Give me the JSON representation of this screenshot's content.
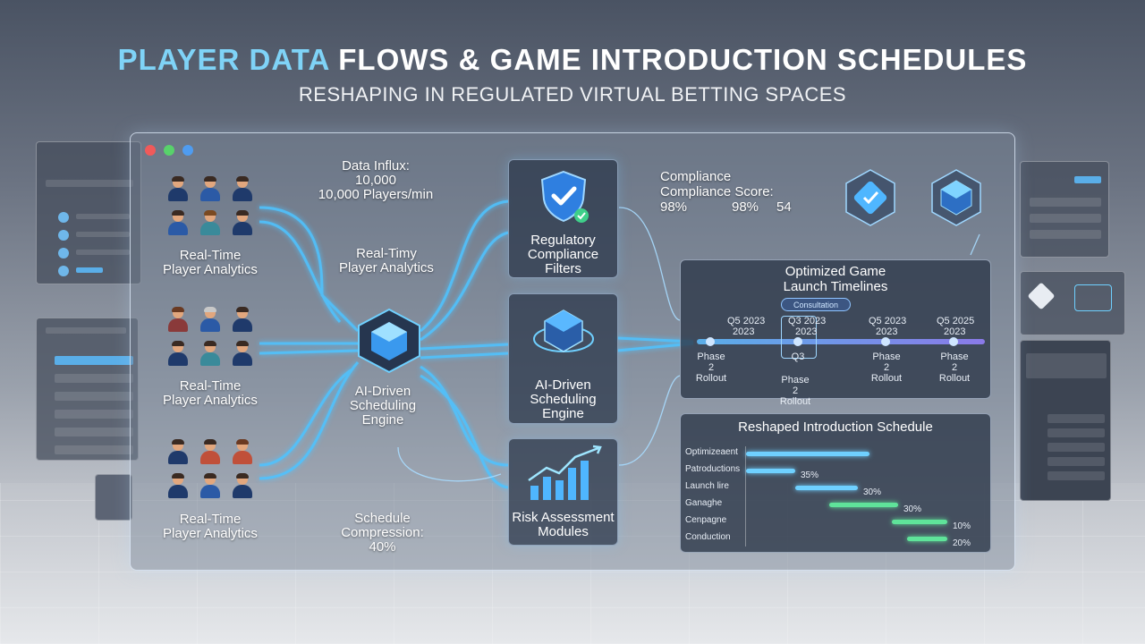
{
  "header": {
    "title_accent": "PLAYER DATA",
    "title_rest": "FLOWS & GAME INTRODUCTION SCHEDULES",
    "subtitle": "RESHAPING IN REGULATED VIRTUAL BETTING SPACES"
  },
  "colors": {
    "accent": "#7fd3f7",
    "flow": "#4fc3ff",
    "window_red": "#f05a5a",
    "window_green": "#58d26b",
    "window_blue": "#4f9cf0",
    "bar_blue": "#6fd0ff",
    "bar_green": "#5fe39a"
  },
  "left": {
    "groups": [
      {
        "label": "Real-Time\nPlayer Analytics"
      },
      {
        "label": "Real-Time\nPlayer Analytics"
      },
      {
        "label": "Real-Time\nPlayer Analytics"
      }
    ]
  },
  "middle": {
    "data_influx": "Data Influx:\n10,000\n10,000 Players/min",
    "realtime_label": "Real-Timy\nPlayer Analytics",
    "engine_label": "AI-Driven\nScheduling\nEngine",
    "compression": "Schedule\nCompression:\n40%"
  },
  "cards": {
    "compliance": {
      "label": "Regulatory\nCompliance\nFilters",
      "icon": "shield-check-icon"
    },
    "engine": {
      "label": "AI-Driven\nScheduling\nEngine",
      "icon": "chip-cube-icon"
    },
    "risk": {
      "label": "Risk Assessment\nModules",
      "icon": "bar-chart-icon"
    }
  },
  "compliance_score": {
    "line1": "Compliance",
    "line2": "Compliance Score:",
    "values": [
      "98%",
      "98%",
      "54"
    ]
  },
  "timeline": {
    "title": "Optimized Game\nLaunch Timelines",
    "pill": "Consultation",
    "quarters": [
      {
        "label": "Q5 2023",
        "sub": "2023"
      },
      {
        "label": "Q3 2023",
        "sub": "2023"
      },
      {
        "label": "Q5 2023",
        "sub": "2023"
      },
      {
        "label": "Q5 2025",
        "sub": "2023"
      }
    ],
    "phases": [
      {
        "label": "Phase 2\nRollout"
      },
      {
        "label": "Q3"
      },
      {
        "label": "Phase 2\nRollout"
      },
      {
        "label": "Phase 2\nRollout"
      }
    ],
    "extra_phase": "Phase 2\nRollout"
  },
  "schedule": {
    "title": "Reshaped Introduction Schedule",
    "rows": [
      {
        "name": "Optimizeaent",
        "start": 0.0,
        "end": 0.55,
        "color": "#6fd0ff",
        "value": ""
      },
      {
        "name": "Patroductions",
        "start": 0.0,
        "end": 0.22,
        "color": "#6fd0ff",
        "value": "35%"
      },
      {
        "name": "Launch lire",
        "start": 0.22,
        "end": 0.5,
        "color": "#6fd0ff",
        "value": "30%"
      },
      {
        "name": "Ganaghe",
        "start": 0.37,
        "end": 0.68,
        "color": "#5fe39a",
        "value": "30%"
      },
      {
        "name": "Cenpagne",
        "start": 0.65,
        "end": 0.9,
        "color": "#5fe39a",
        "value": "10%"
      },
      {
        "name": "Conduction",
        "start": 0.72,
        "end": 0.9,
        "color": "#5fe39a",
        "value": "20%"
      }
    ]
  }
}
